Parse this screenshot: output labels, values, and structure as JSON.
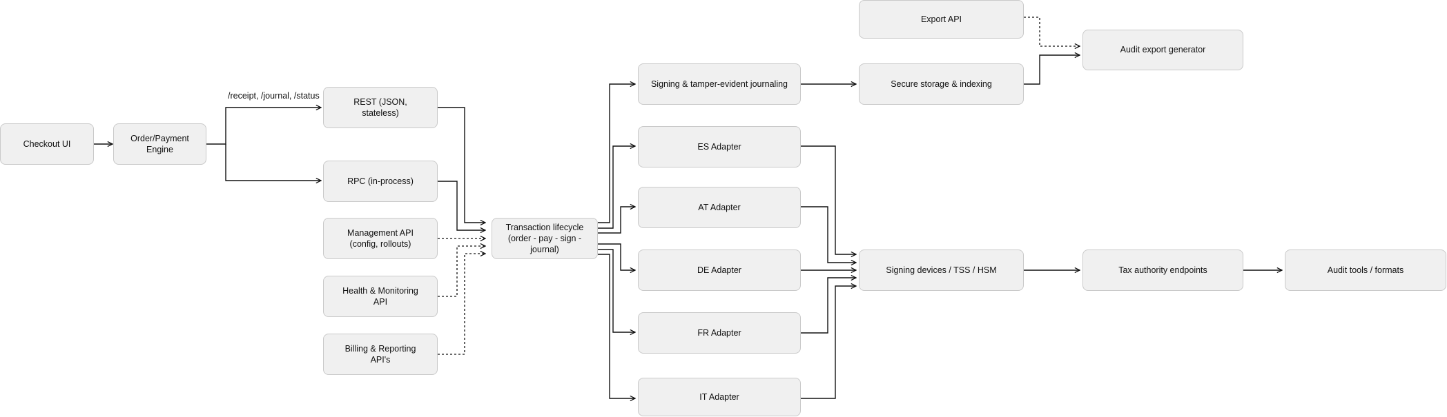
{
  "nodes": {
    "checkout_ui": "Checkout UI",
    "order_payment_engine": "Order/Payment Engine",
    "rest": "REST (JSON,\nstateless)",
    "rpc": "RPC (in-process)",
    "management_api": "Management API\n(config, rollouts)",
    "health_monitoring_api": "Health & Monitoring\nAPI",
    "billing_reporting_apis": "Billing & Reporting\nAPI's",
    "transaction_lifecycle": "Transaction lifecycle\n(order - pay - sign - journal)",
    "signing_journaling": "Signing & tamper-evident journaling",
    "es_adapter": "ES Adapter",
    "at_adapter": "AT Adapter",
    "de_adapter": "DE Adapter",
    "fr_adapter": "FR Adapter",
    "it_adapter": "IT Adapter",
    "export_api": "Export API",
    "secure_storage": "Secure storage & indexing",
    "audit_export_generator": "Audit export generator",
    "signing_devices": "Signing devices / TSS / HSM",
    "tax_authority": "Tax authority endpoints",
    "audit_tools": "Audit tools / formats"
  },
  "edge_labels": {
    "engine_to_rest": "/receipt, /journal, /status"
  }
}
